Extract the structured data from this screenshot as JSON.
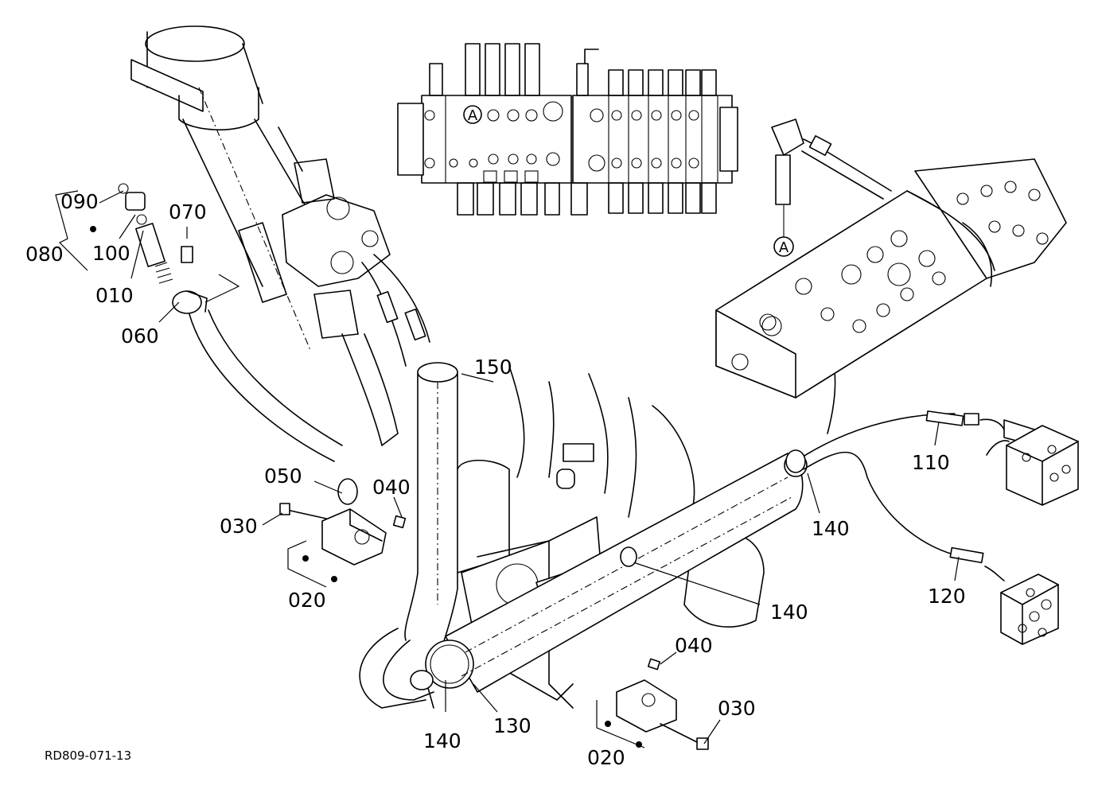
{
  "diagram": {
    "reference_code": "RD809-071-13",
    "callouts": {
      "c010": "010",
      "c020_left": "020",
      "c020_right": "020",
      "c030_left": "030",
      "c030_right": "030",
      "c040_left": "040",
      "c040_right": "040",
      "c050": "050",
      "c060": "060",
      "c070": "070",
      "c080": "080",
      "c090": "090",
      "c100": "100",
      "c110": "110",
      "c120": "120",
      "c130": "130",
      "c140_bottom": "140",
      "c140_mid": "140",
      "c140_right": "140",
      "c150": "150"
    },
    "detail_marks": {
      "a_top": "A",
      "a_right": "A"
    }
  }
}
